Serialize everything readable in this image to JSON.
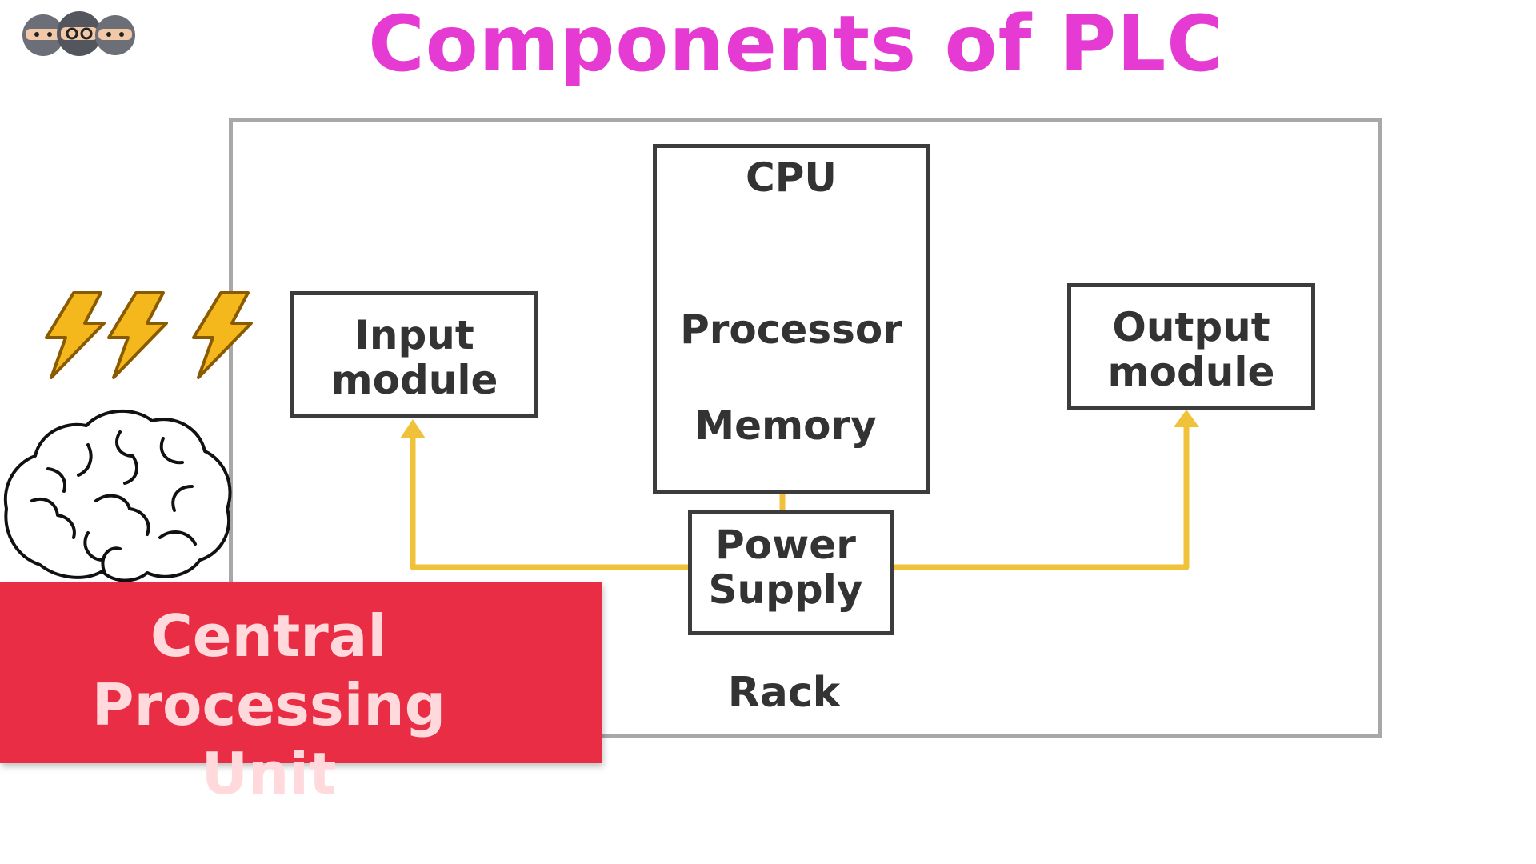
{
  "title": "Components of PLC",
  "diagram": {
    "input_module": [
      "Input",
      "module"
    ],
    "output_module": [
      "Output",
      "module"
    ],
    "cpu": {
      "heading": "CPU",
      "processor": "Processor",
      "memory": "Memory"
    },
    "power_supply": [
      "Power",
      "Supply"
    ],
    "rack": "Rack"
  },
  "banner": [
    "Central Processing",
    "Unit"
  ],
  "colors": {
    "title": "#e63bd3",
    "wire": "#f0c23a",
    "banner_bg": "#e92d45",
    "banner_text": "#ffd9dc",
    "box_border": "#3c3c3c",
    "rack_border": "#a8a8a8",
    "bolt": "#f5b81c"
  },
  "icons": {
    "logo": "ninja-faces-icon",
    "lightning": "lightning-bolt-icon",
    "brain": "brain-icon"
  }
}
